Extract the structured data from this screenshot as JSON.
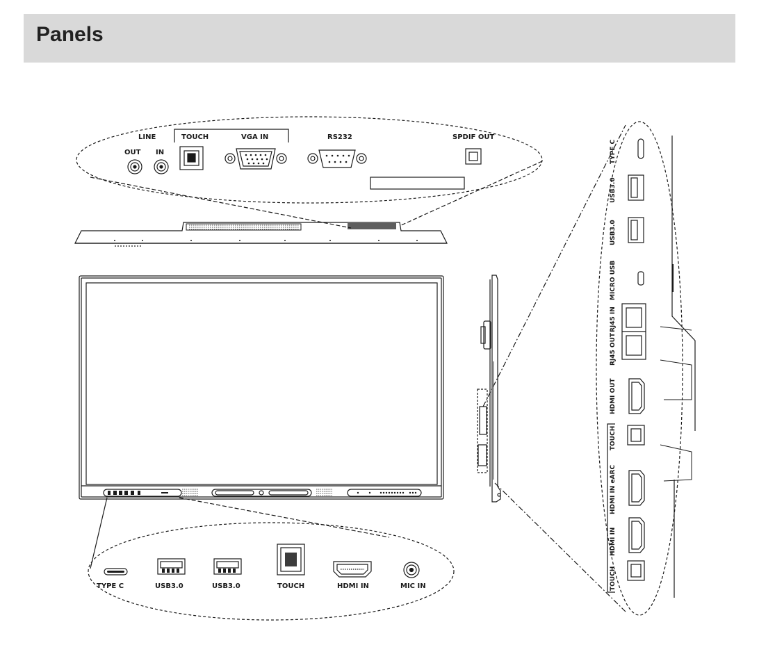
{
  "page_title": "Panels",
  "top_panel": {
    "line_label": "LINE",
    "out_label": "OUT",
    "in_label": "IN",
    "touch_label": "TOUCH",
    "vga_label": "VGA IN",
    "rs232_label": "RS232",
    "spdif_label": "SPDIF OUT"
  },
  "bottom_panel": {
    "typec_label": "TYPE C",
    "usb1_label": "USB3.0",
    "usb2_label": "USB3.0",
    "touch_label": "TOUCH",
    "hdmi_in_label": "HDMI IN",
    "mic_label": "MIC IN"
  },
  "side_panel": {
    "typec_label": "TYPE C",
    "usb1_label": "USB3.0",
    "usb2_label": "USB3.0",
    "micro_usb_label": "MICRO USB",
    "rj45_in_label": "RJ45 IN",
    "rj45_out_label": "RJ45 OUT",
    "hdmi_out_label": "HDMI OUT",
    "touch1_label": "TOUCH",
    "hdmi_earc_label": "HDMI IN eARC",
    "hdmi_in_label": "HDMI IN",
    "touch2_label": "TOUCH"
  }
}
